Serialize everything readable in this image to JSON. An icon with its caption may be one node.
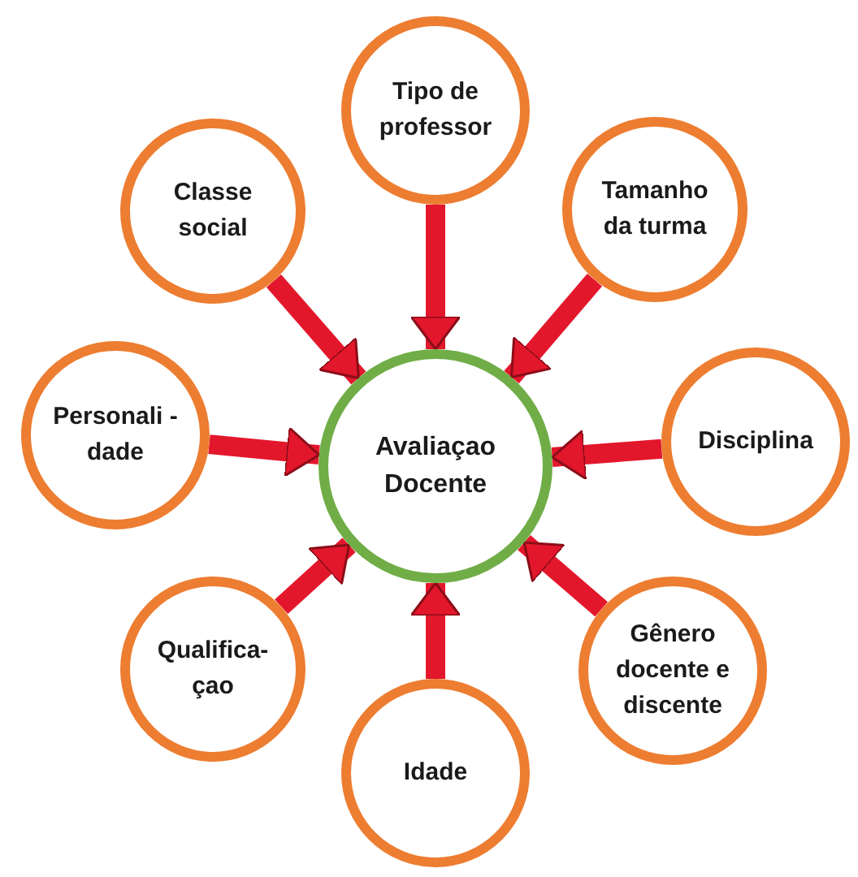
{
  "diagram": {
    "nodes": [
      {
        "text": [
          "Avaliaçao Docente"
        ]
      },
      {
        "text": [
          "Tipo de professor"
        ]
      },
      {
        "text": [
          "Tamanho da turma"
        ]
      },
      {
        "text": [
          "Disciplina"
        ]
      },
      {
        "text": [
          "Gênero docente e discente"
        ]
      },
      {
        "text": [
          "Idade"
        ]
      },
      {
        "text": [
          "Qualifica- çao"
        ]
      },
      {
        "text": [
          "Personali -dade"
        ]
      },
      {
        "text": [
          "Classe social"
        ]
      }
    ],
    "edges": [
      {
        "from": 1,
        "to": 0,
        "arrow": "to"
      },
      {
        "from": 2,
        "to": 0,
        "arrow": "to"
      },
      {
        "from": 3,
        "to": 0,
        "arrow": "to"
      },
      {
        "from": 4,
        "to": 0,
        "arrow": "to"
      },
      {
        "from": 5,
        "to": 0,
        "arrow": "to"
      },
      {
        "from": 6,
        "to": 0,
        "arrow": "to"
      },
      {
        "from": 7,
        "to": 0,
        "arrow": "to"
      },
      {
        "from": 8,
        "to": 0,
        "arrow": "to"
      }
    ]
  }
}
